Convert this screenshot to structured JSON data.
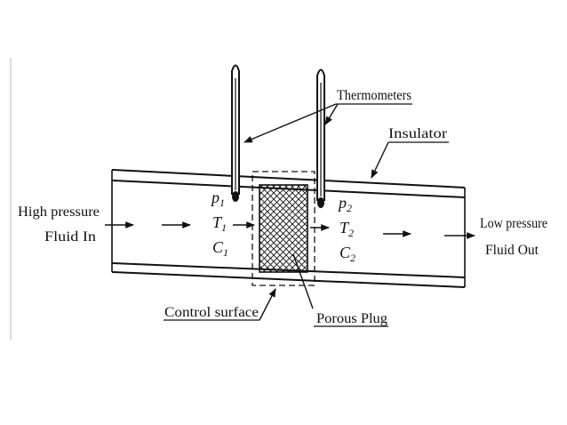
{
  "labels": {
    "thermometers": "Thermometers",
    "insulator": "Insulator",
    "inlet_line1": "High pressure",
    "inlet_line2": "Fluid In",
    "outlet_line1": "Low pressure",
    "outlet_line2": "Fluid Out",
    "control_surface": "Control surface",
    "porous_plug": "Porous Plug"
  },
  "state_left": {
    "p": "p",
    "p_sub": "1",
    "t": "T",
    "t_sub": "1",
    "c": "C",
    "c_sub": "1"
  },
  "state_right": {
    "p": "p",
    "p_sub": "2",
    "t": "T",
    "t_sub": "2",
    "c": "C",
    "c_sub": "2"
  },
  "colors": {
    "ink": "#111111",
    "background": "#ffffff"
  }
}
